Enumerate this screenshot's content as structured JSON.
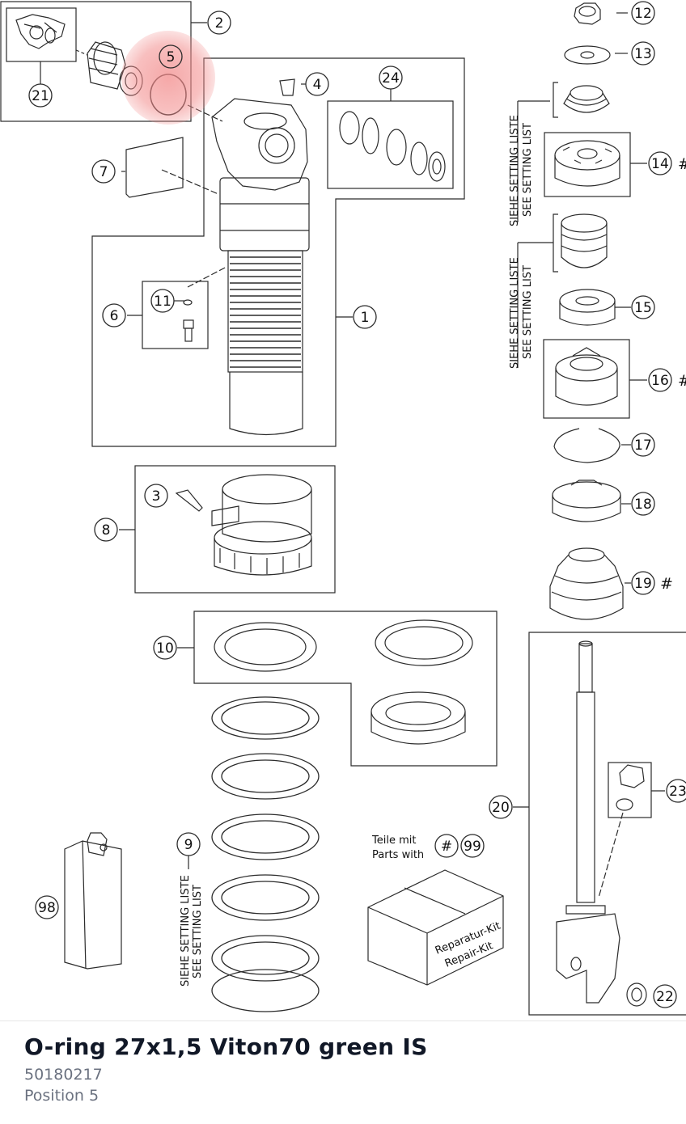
{
  "diagram": {
    "callouts": [
      {
        "id": "c1",
        "label": "1"
      },
      {
        "id": "c2",
        "label": "2"
      },
      {
        "id": "c3",
        "label": "3"
      },
      {
        "id": "c4",
        "label": "4"
      },
      {
        "id": "c5",
        "label": "5"
      },
      {
        "id": "c6",
        "label": "6"
      },
      {
        "id": "c7",
        "label": "7"
      },
      {
        "id": "c8",
        "label": "8"
      },
      {
        "id": "c9",
        "label": "9"
      },
      {
        "id": "c10",
        "label": "10"
      },
      {
        "id": "c11",
        "label": "11"
      },
      {
        "id": "c12",
        "label": "12"
      },
      {
        "id": "c13",
        "label": "13"
      },
      {
        "id": "c14",
        "label": "14"
      },
      {
        "id": "c15",
        "label": "15"
      },
      {
        "id": "c16",
        "label": "16"
      },
      {
        "id": "c17",
        "label": "17"
      },
      {
        "id": "c18",
        "label": "18"
      },
      {
        "id": "c19",
        "label": "19"
      },
      {
        "id": "c20",
        "label": "20"
      },
      {
        "id": "c21",
        "label": "21"
      },
      {
        "id": "c22",
        "label": "22"
      },
      {
        "id": "c23",
        "label": "23"
      },
      {
        "id": "c24",
        "label": "24"
      },
      {
        "id": "c98",
        "label": "98"
      },
      {
        "id": "c99",
        "label": "99"
      },
      {
        "id": "chash",
        "label": "#"
      }
    ],
    "hash_marks": {
      "p14": "#",
      "p16": "#",
      "p19": "#"
    },
    "setting_list_de": "SIEHE SETTING LISTE",
    "setting_list_en": "SEE SETTING LIST",
    "parts_with_de": "Teile mit",
    "parts_with_en": "Parts with",
    "kit_label_de": "Reparatur-Kit",
    "kit_label_en": "Repair-Kit",
    "highlight_color": "#f28b8b"
  },
  "part": {
    "name": "O-ring 27x1,5 Viton70 green IS",
    "number": "50180217",
    "position": "Position 5"
  }
}
